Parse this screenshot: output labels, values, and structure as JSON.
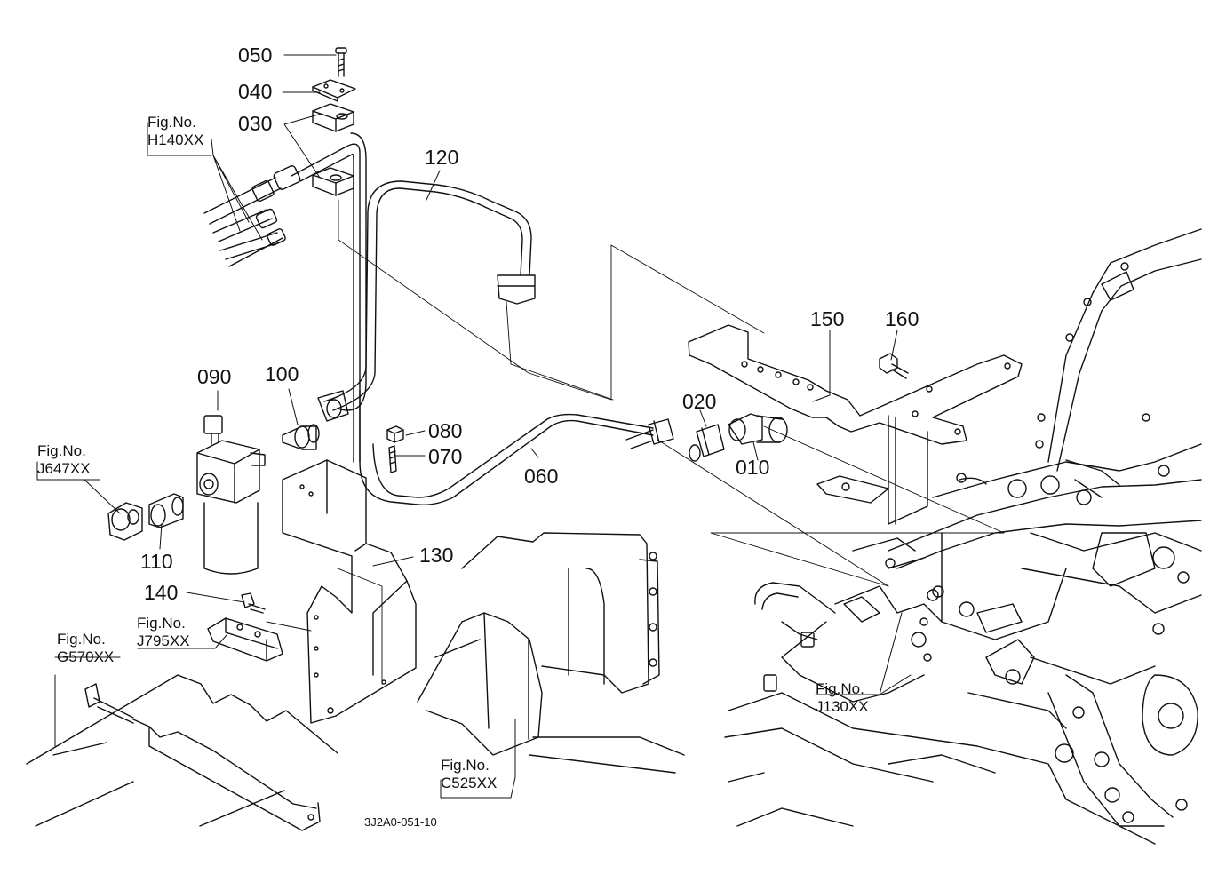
{
  "parts": [
    {
      "key": "p050",
      "label": "050"
    },
    {
      "key": "p040",
      "label": "040"
    },
    {
      "key": "p030",
      "label": "030"
    },
    {
      "key": "p120",
      "label": "120"
    },
    {
      "key": "p150",
      "label": "150"
    },
    {
      "key": "p160",
      "label": "160"
    },
    {
      "key": "p090",
      "label": "090"
    },
    {
      "key": "p100",
      "label": "100"
    },
    {
      "key": "p080",
      "label": "080"
    },
    {
      "key": "p070",
      "label": "070"
    },
    {
      "key": "p020",
      "label": "020"
    },
    {
      "key": "p060",
      "label": "060"
    },
    {
      "key": "p010",
      "label": "010"
    },
    {
      "key": "p110",
      "label": "110"
    },
    {
      "key": "p130",
      "label": "130"
    },
    {
      "key": "p140",
      "label": "140"
    }
  ],
  "figure_refs": [
    {
      "key": "h140",
      "title": "Fig.No.",
      "code": "H140XX"
    },
    {
      "key": "j647",
      "title": "Fig.No.",
      "code": "J647XX"
    },
    {
      "key": "j795",
      "title": "Fig.No.",
      "code": "J795XX"
    },
    {
      "key": "g570",
      "title": "Fig.No.",
      "code": "G570XX"
    },
    {
      "key": "j130",
      "title": "Fig.No.",
      "code": "J130XX"
    },
    {
      "key": "c525",
      "title": "Fig.No.",
      "code": "C525XX"
    }
  ],
  "drawing_code": "3J2A0-051-10"
}
